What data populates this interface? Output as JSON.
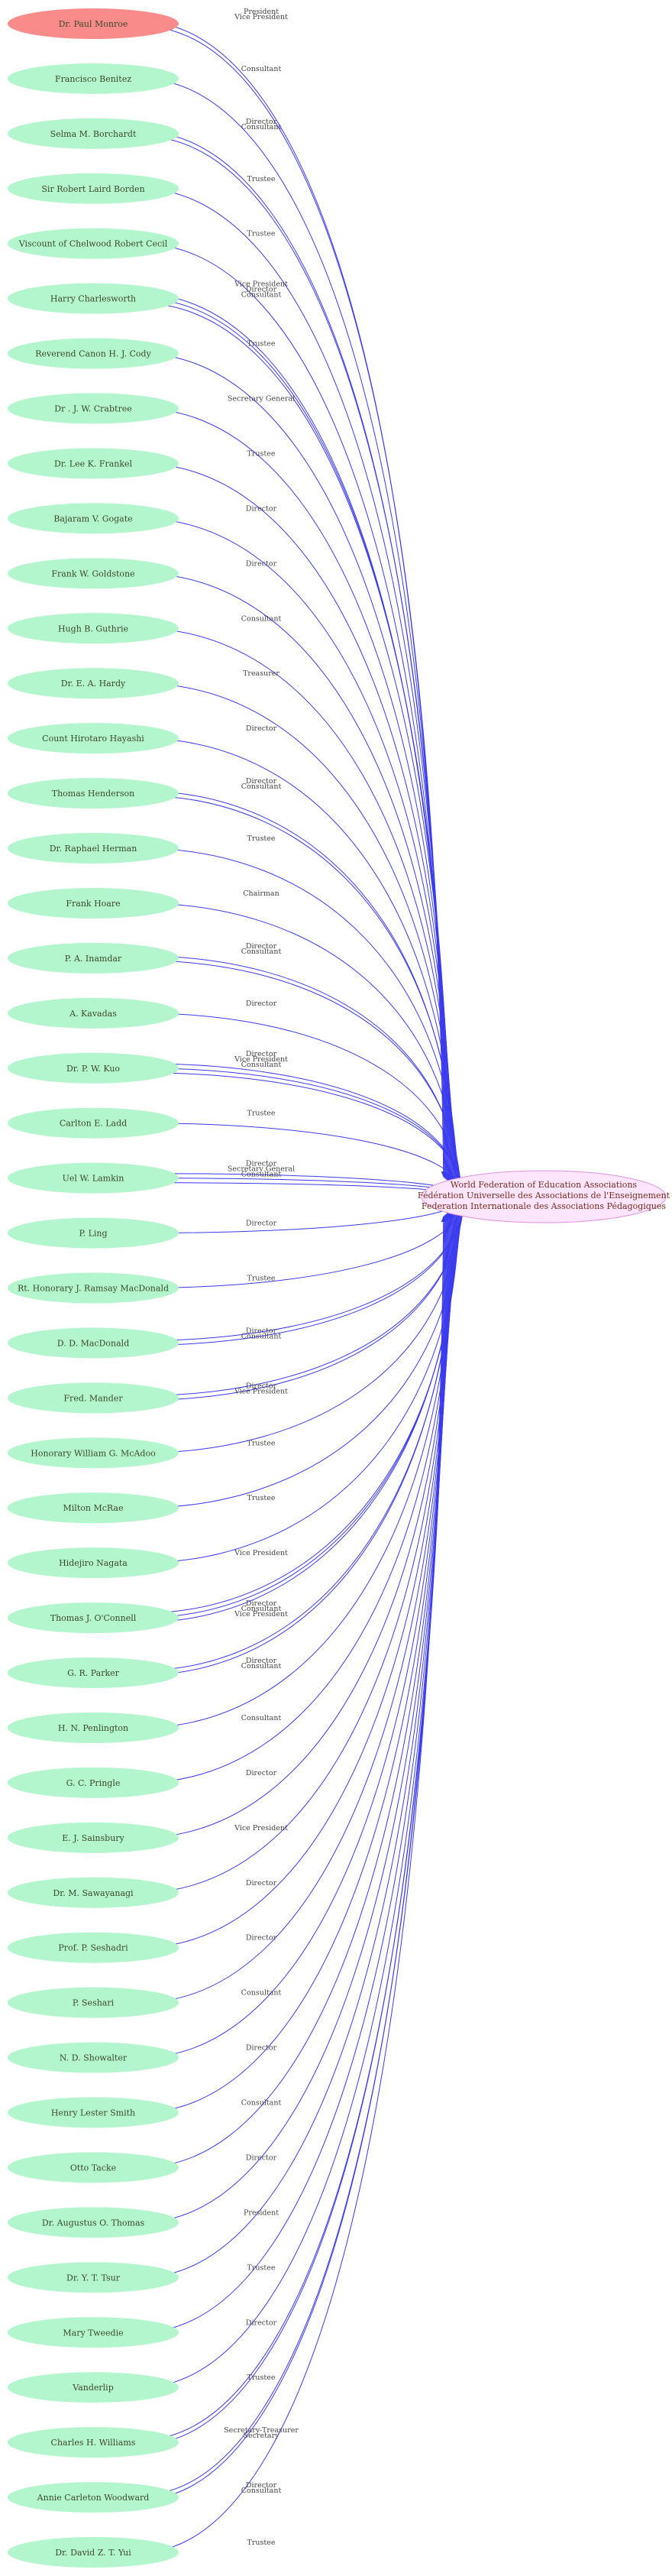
{
  "center": {
    "lines": [
      "World Federation of Education Associations",
      "Fédération Universelle des Associations de l'Enseignement",
      "Federation Internationale des Associations Pédagogiques"
    ]
  },
  "colors": {
    "person_fill": "#b3f5cc",
    "highlight_fill": "#f98b8b",
    "center_fill": "#fde6fd",
    "center_stroke": "#e090e0",
    "edge": "#3a3aee"
  },
  "nodes": [
    {
      "label": "Dr. Paul Monroe",
      "highlight": true,
      "roles": [
        "President",
        "Vice President"
      ]
    },
    {
      "label": "Francisco Benitez",
      "roles": [
        "Consultant"
      ]
    },
    {
      "label": "Selma M. Borchardt",
      "roles": [
        "Director",
        "Consultant"
      ]
    },
    {
      "label": "Sir Robert Laird Borden",
      "roles": [
        "Trustee"
      ]
    },
    {
      "label": "Viscount of Chelwood Robert Cecil",
      "roles": [
        "Trustee"
      ]
    },
    {
      "label": "Harry Charlesworth",
      "roles": [
        "Vice President",
        "Director",
        "Consultant"
      ]
    },
    {
      "label": "Reverend Canon H. J. Cody",
      "roles": [
        "Trustee"
      ]
    },
    {
      "label": "Dr . J. W. Crabtree",
      "roles": [
        "Secretary General"
      ]
    },
    {
      "label": "Dr. Lee K. Frankel",
      "roles": [
        "Trustee"
      ]
    },
    {
      "label": "Bajaram V. Gogate",
      "roles": [
        "Director"
      ]
    },
    {
      "label": "Frank W. Goldstone",
      "roles": [
        "Director"
      ]
    },
    {
      "label": "Hugh B. Guthrie",
      "roles": [
        "Consultant"
      ]
    },
    {
      "label": "Dr. E. A. Hardy",
      "roles": [
        "Treasurer"
      ]
    },
    {
      "label": "Count Hirotaro Hayashi",
      "roles": [
        "Director"
      ]
    },
    {
      "label": "Thomas Henderson",
      "roles": [
        "Director",
        "Consultant"
      ]
    },
    {
      "label": "Dr. Raphael Herman",
      "roles": [
        "Trustee"
      ]
    },
    {
      "label": "Frank Hoare",
      "roles": [
        "Chairman"
      ]
    },
    {
      "label": "P. A. Inamdar",
      "roles": [
        "Director",
        "Consultant"
      ]
    },
    {
      "label": "A. Kavadas",
      "roles": [
        "Director"
      ]
    },
    {
      "label": "Dr. P. W. Kuo",
      "roles": [
        "Director",
        "Vice President",
        "Consultant"
      ]
    },
    {
      "label": "Carlton E. Ladd",
      "roles": [
        "Trustee"
      ]
    },
    {
      "label": "Uel W. Lamkin",
      "roles": [
        "Director",
        "Secretary General",
        "Consultant"
      ]
    },
    {
      "label": "P. Ling",
      "roles": [
        "Director"
      ]
    },
    {
      "label": "Rt. Honorary J. Ramsay MacDonald",
      "roles": [
        "Trustee"
      ]
    },
    {
      "label": "D. D. MacDonald",
      "roles": [
        "Director",
        "Consultant"
      ]
    },
    {
      "label": "Fred. Mander",
      "roles": [
        "Director",
        "Vice President"
      ]
    },
    {
      "label": "Honorary William G. McAdoo",
      "roles": [
        "Trustee"
      ]
    },
    {
      "label": "Milton McRae",
      "roles": [
        "Trustee"
      ]
    },
    {
      "label": "Hidejiro Nagata",
      "roles": [
        "Vice President"
      ]
    },
    {
      "label": "Thomas J. O'Connell",
      "roles": [
        "Director",
        "Consultant",
        "Vice President"
      ]
    },
    {
      "label": "G. R. Parker",
      "roles": [
        "Director",
        "Consultant"
      ]
    },
    {
      "label": "H. N. Penlington",
      "roles": [
        "Consultant"
      ]
    },
    {
      "label": "G. C. Pringle",
      "roles": [
        "Director"
      ]
    },
    {
      "label": "E. J. Sainsbury",
      "roles": [
        "Vice President"
      ]
    },
    {
      "label": "Dr. M. Sawayanagi",
      "roles": [
        "Director"
      ]
    },
    {
      "label": "Prof. P. Seshadri",
      "roles": [
        "Director"
      ]
    },
    {
      "label": "P. Seshari",
      "roles": [
        "Consultant"
      ]
    },
    {
      "label": "N. D. Showalter",
      "roles": [
        "Director"
      ]
    },
    {
      "label": "Henry Lester Smith",
      "roles": [
        "Consultant"
      ]
    },
    {
      "label": "Otto Tacke",
      "roles": [
        "Director"
      ]
    },
    {
      "label": "Dr. Augustus O. Thomas",
      "roles": [
        "President"
      ]
    },
    {
      "label": "Dr. Y. T. Tsur",
      "roles": [
        "Trustee"
      ]
    },
    {
      "label": "Mary Tweedie",
      "roles": [
        "Director"
      ]
    },
    {
      "label": "Vanderlip",
      "roles": [
        "Trustee"
      ]
    },
    {
      "label": "Charles H. Williams",
      "roles": [
        "Secretary-Treasurer",
        "Secretary"
      ]
    },
    {
      "label": "Annie Carleton Woodward",
      "roles": [
        "Director",
        "Consultant"
      ]
    },
    {
      "label": "Dr. David Z. T. Yui",
      "roles": [
        "Trustee"
      ]
    }
  ]
}
